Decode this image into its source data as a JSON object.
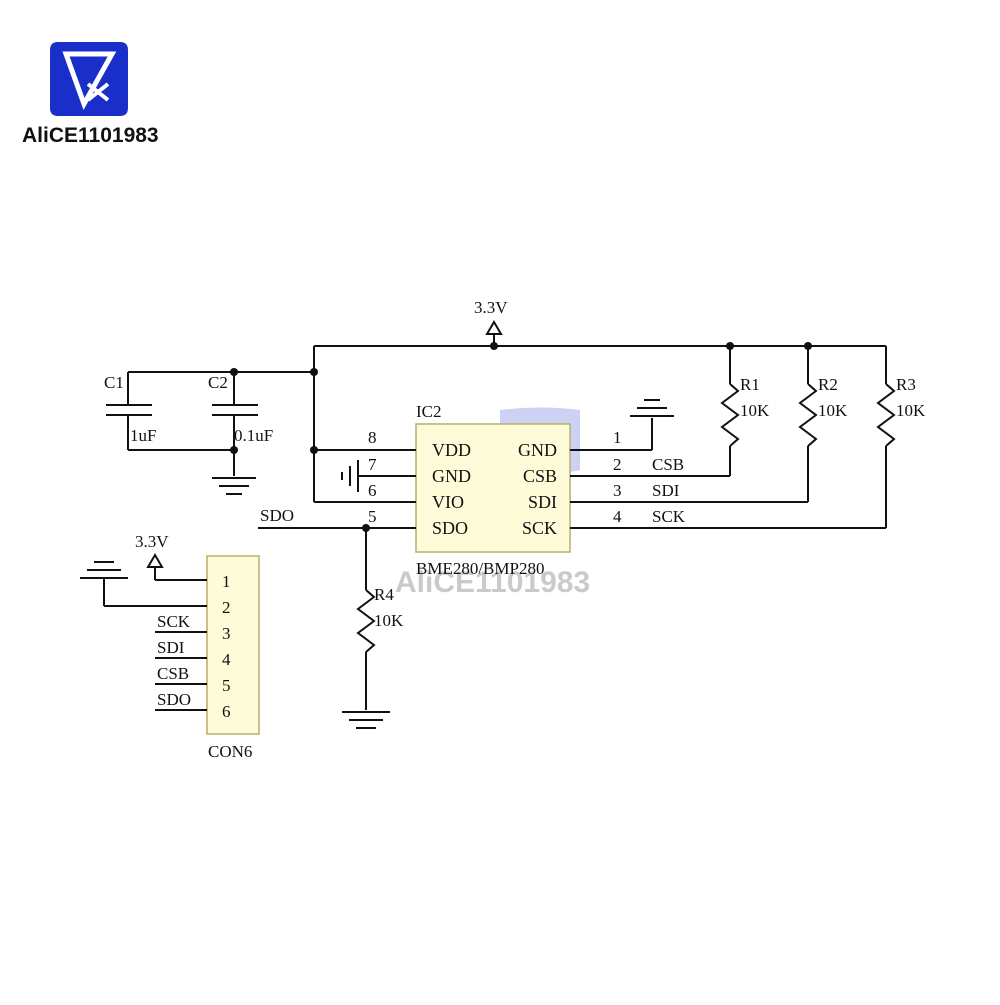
{
  "brand": {
    "logo_text": "AliCE1101983",
    "watermark_text": "AliCE1101983",
    "primary_color": "#1a2fc9",
    "accent_color": "#e0242a"
  },
  "power": {
    "top_label": "3.3V",
    "connector_label": "3.3V"
  },
  "capacitors": {
    "c1": {
      "name": "C1",
      "value": "1uF"
    },
    "c2": {
      "name": "C2",
      "value": "0.1uF"
    }
  },
  "ic": {
    "ref": "IC2",
    "part": "BME280/BMP280",
    "left_pins": [
      {
        "num": "8",
        "name": "VDD"
      },
      {
        "num": "7",
        "name": "GND"
      },
      {
        "num": "6",
        "name": "VIO"
      },
      {
        "num": "5",
        "name": "SDO"
      }
    ],
    "right_pins": [
      {
        "num": "1",
        "name": "GND",
        "net": ""
      },
      {
        "num": "2",
        "name": "CSB",
        "net": "CSB"
      },
      {
        "num": "3",
        "name": "SDI",
        "net": "SDI"
      },
      {
        "num": "4",
        "name": "SCK",
        "net": "SCK"
      }
    ],
    "sdo_net": "SDO"
  },
  "resistors": {
    "r1": {
      "name": "R1",
      "value": "10K"
    },
    "r2": {
      "name": "R2",
      "value": "10K"
    },
    "r3": {
      "name": "R3",
      "value": "10K"
    },
    "r4": {
      "name": "R4",
      "value": "10K"
    }
  },
  "connector": {
    "ref": "CON6",
    "pins": [
      "1",
      "2",
      "3",
      "4",
      "5",
      "6"
    ],
    "nets": [
      "",
      "",
      "SCK",
      "SDI",
      "CSB",
      "SDO"
    ],
    "body_color": "#fefbd8",
    "body_border": "#b8ae6a"
  }
}
